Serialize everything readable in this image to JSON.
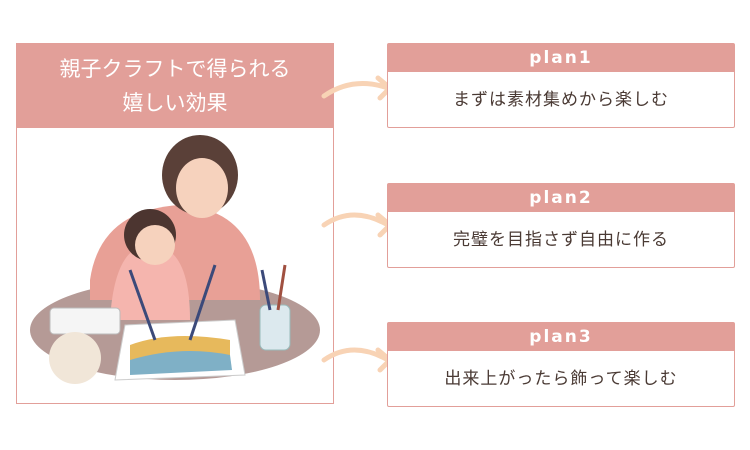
{
  "title_line1": "親子クラフトで得られる",
  "title_line2": "嬉しい効果",
  "plans": [
    {
      "label": "plan1",
      "text": "まずは素材集めから楽しむ"
    },
    {
      "label": "plan2",
      "text": "完璧を目指さず自由に作る"
    },
    {
      "label": "plan3",
      "text": "出来上がったら飾って楽しむ"
    }
  ],
  "colors": {
    "accent": "#e29f99",
    "arrow": "#f8d3b5",
    "text": "#4a3a34"
  }
}
